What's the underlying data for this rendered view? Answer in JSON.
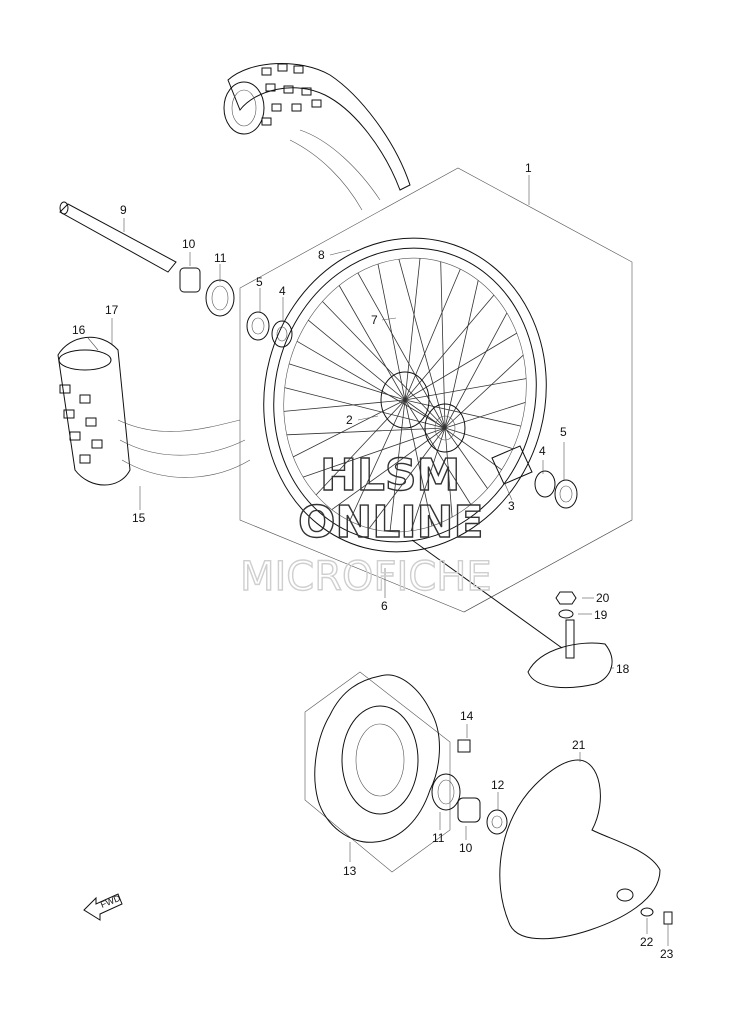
{
  "watermark": {
    "line1": "HLSM",
    "line2": "ONLINE",
    "line3": "MICROFICHE"
  },
  "fwd_label": "FWD",
  "callouts": {
    "c1": "1",
    "c2": "2",
    "c3": "3",
    "c4a": "4",
    "c4b": "4",
    "c5a": "5",
    "c5b": "5",
    "c6": "6",
    "c7": "7",
    "c8": "8",
    "c9": "9",
    "c10a": "10",
    "c10b": "10",
    "c11a": "11",
    "c11b": "11",
    "c12": "12",
    "c13": "13",
    "c14": "14",
    "c15": "15",
    "c16": "16",
    "c17": "17",
    "c18": "18",
    "c19": "19",
    "c20": "20",
    "c21": "21",
    "c22": "22",
    "c23": "23"
  }
}
